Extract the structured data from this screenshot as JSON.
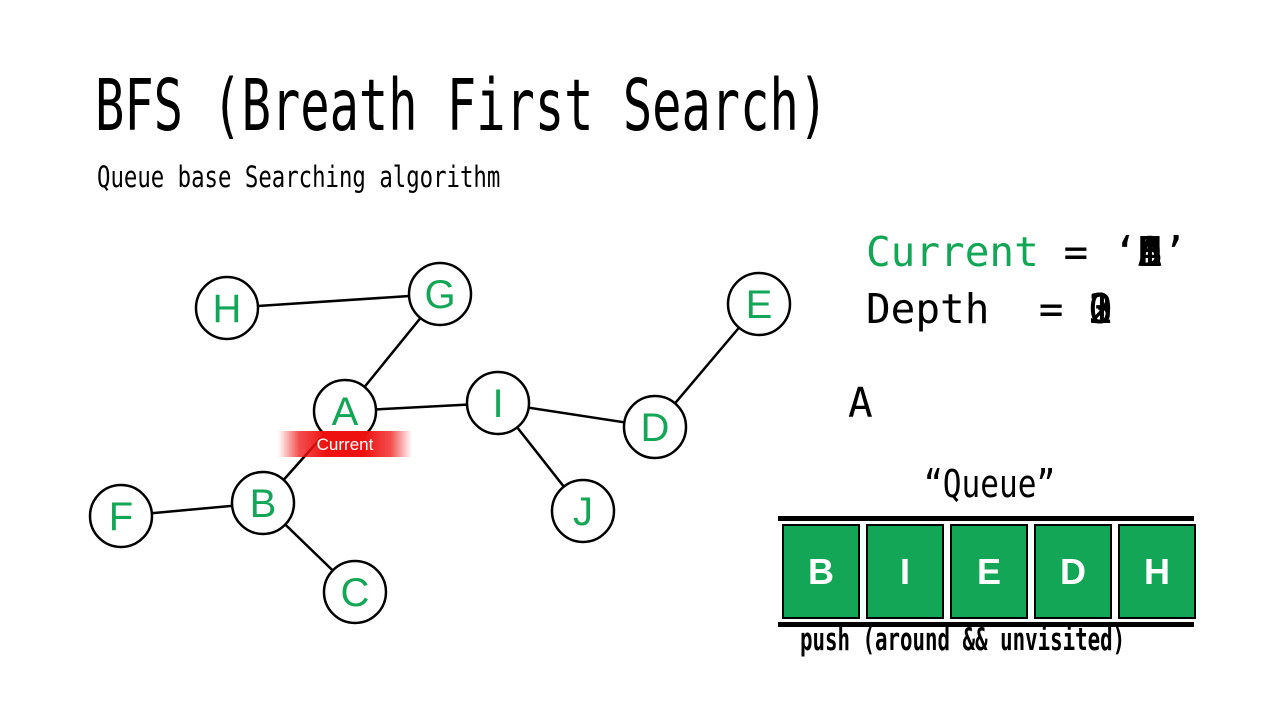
{
  "slide": {
    "title": "BFS (Breath First Search)",
    "subtitle": "Queue base Searching algorithm"
  },
  "equation": {
    "current_label": "Current",
    "current_mid": " = ‘",
    "current_close": "’",
    "current_overlap": [
      "A",
      "B",
      "I",
      "E",
      "D",
      "H"
    ],
    "depth_label": "Depth",
    "depth_mid": "  = ",
    "depth_overlap": [
      "0",
      "1",
      "2",
      "3"
    ]
  },
  "visited_label": "A",
  "graph": {
    "current_badge": "Current",
    "nodes": [
      {
        "id": "H",
        "label": "H"
      },
      {
        "id": "G",
        "label": "G"
      },
      {
        "id": "A",
        "label": "A"
      },
      {
        "id": "I",
        "label": "I"
      },
      {
        "id": "E",
        "label": "E"
      },
      {
        "id": "D",
        "label": "D"
      },
      {
        "id": "B",
        "label": "B"
      },
      {
        "id": "F",
        "label": "F"
      },
      {
        "id": "J",
        "label": "J"
      },
      {
        "id": "C",
        "label": "C"
      }
    ],
    "edges": [
      "H-G",
      "G-A",
      "A-I",
      "A-B",
      "B-F",
      "B-C",
      "I-J",
      "I-D",
      "D-E"
    ]
  },
  "queue": {
    "title": "“Queue”",
    "items": [
      "B",
      "I",
      "E",
      "D",
      "H"
    ],
    "caption": "push (around && unvisited)"
  },
  "colors": {
    "node_letter_green": "#12A656",
    "queue_box_green": "#14A657",
    "current_red": "#EE1111",
    "text_black": "#000000",
    "background": "#FFFFFF"
  }
}
